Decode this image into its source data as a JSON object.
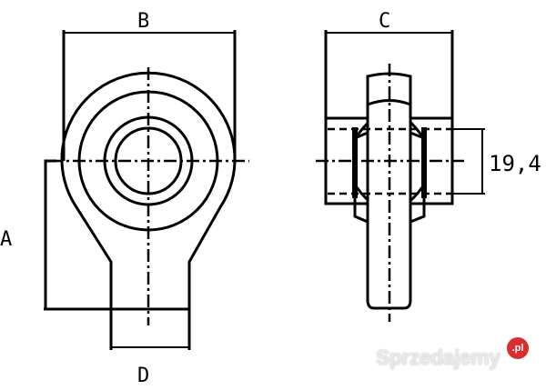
{
  "labels": {
    "A": "A",
    "B": "B",
    "C": "C",
    "D": "D",
    "bore": "19,4"
  },
  "watermark": {
    "text": "Sprzedajemy",
    "badge": ".pl",
    "badge_color": "#d9302f"
  },
  "line_color": "#000000"
}
